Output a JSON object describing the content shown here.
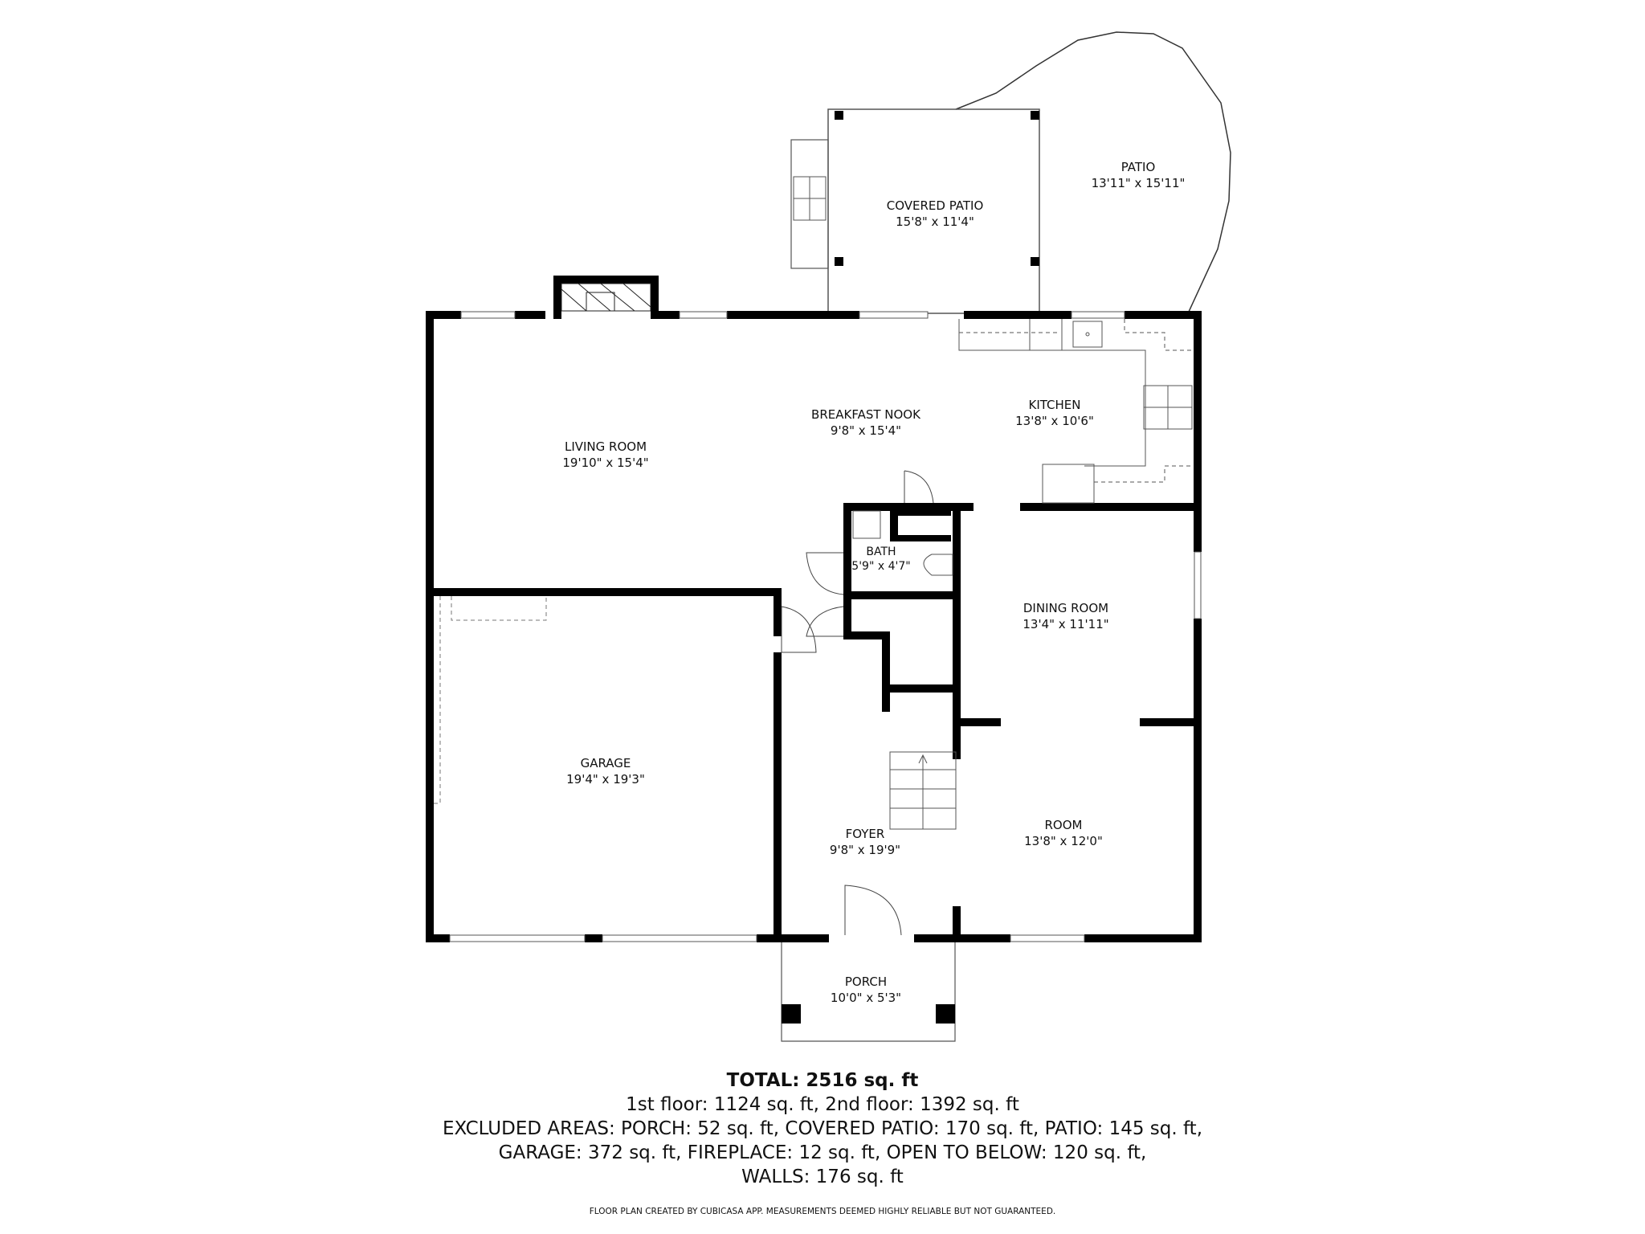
{
  "rooms": [
    {
      "id": "covered-patio",
      "name": "COVERED PATIO",
      "dims": "15'8\" x 11'4\""
    },
    {
      "id": "patio",
      "name": "PATIO",
      "dims": "13'11\" x 15'11\""
    },
    {
      "id": "living-room",
      "name": "LIVING ROOM",
      "dims": "19'10\" x 15'4\""
    },
    {
      "id": "breakfast-nook",
      "name": "BREAKFAST NOOK",
      "dims": "9'8\" x 15'4\""
    },
    {
      "id": "kitchen",
      "name": "KITCHEN",
      "dims": "13'8\" x 10'6\""
    },
    {
      "id": "bath",
      "name": "BATH",
      "dims": "5'9\" x 4'7\""
    },
    {
      "id": "dining-room",
      "name": "DINING ROOM",
      "dims": "13'4\" x 11'11\""
    },
    {
      "id": "garage",
      "name": "GARAGE",
      "dims": "19'4\" x 19'3\""
    },
    {
      "id": "foyer",
      "name": "FOYER",
      "dims": "9'8\" x 19'9\""
    },
    {
      "id": "room",
      "name": "ROOM",
      "dims": "13'8\" x 12'0\""
    },
    {
      "id": "porch",
      "name": "PORCH",
      "dims": "10'0\" x 5'3\""
    }
  ],
  "summary": {
    "total": "TOTAL: 2516 sq. ft",
    "floors": "1st floor: 1124 sq. ft, 2nd floor: 1392 sq. ft",
    "excluded_line1": "EXCLUDED AREAS: PORCH: 52 sq. ft, COVERED PATIO: 170 sq. ft, PATIO: 145 sq. ft,",
    "excluded_line2": "GARAGE: 372 sq. ft, FIREPLACE: 12 sq. ft, OPEN TO BELOW: 120 sq. ft,",
    "excluded_line3": "WALLS: 176 sq. ft"
  },
  "footer": "FLOOR PLAN CREATED BY CUBICASA APP. MEASUREMENTS DEEMED HIGHLY RELIABLE BUT NOT GUARANTEED.",
  "colors": {
    "wall": "#000000",
    "line": "#555555",
    "background": "#ffffff"
  }
}
